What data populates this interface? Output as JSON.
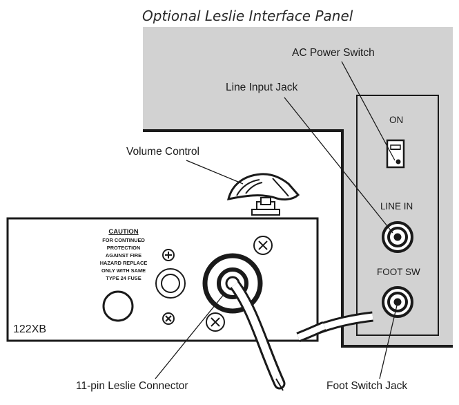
{
  "diagram": {
    "title": "Optional Leslie Interface Panel",
    "callouts": {
      "ac_power_switch": "AC Power Switch",
      "line_input_jack": "Line Input Jack",
      "volume_control": "Volume Control",
      "leslie_connector": "11-pin Leslie Connector",
      "foot_switch_jack": "Foot Switch Jack"
    },
    "panel_labels": {
      "on": "ON",
      "line_in": "LINE IN",
      "foot_sw": "FOOT SW"
    },
    "caution": {
      "heading": "CAUTION",
      "lines": [
        "FOR CONTINUED",
        "PROTECTION",
        "AGAINST FIRE",
        "HAZARD REPLACE",
        "ONLY WITH SAME",
        "TYPE 24 FUSE"
      ]
    },
    "model_label": "122XB",
    "colors": {
      "panel_gray": "#d2d2d2",
      "outline": "#1a1a1a",
      "background": "#ffffff"
    }
  }
}
